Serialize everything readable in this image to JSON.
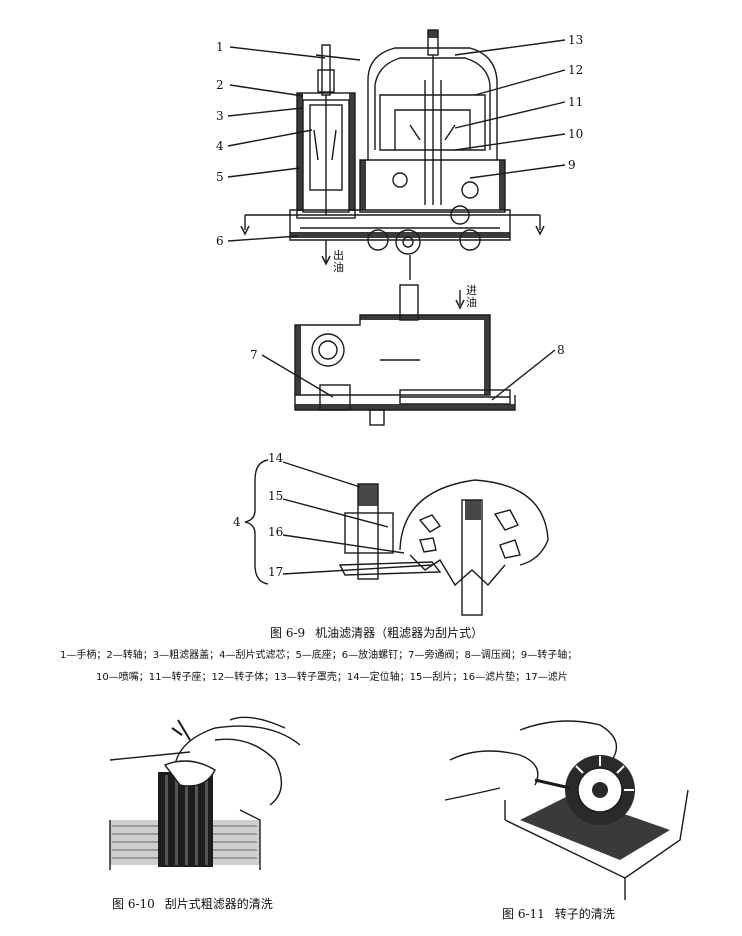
{
  "callouts": [
    "1",
    "2",
    "3",
    "4",
    "5",
    "6",
    "7",
    "8",
    "9",
    "10",
    "11",
    "12",
    "13",
    "14",
    "15",
    "16",
    "17"
  ],
  "group_label": "4",
  "flow": {
    "outlet": "出油",
    "inlet": "进油"
  },
  "figure_6_9": {
    "number": "图 6-9",
    "title": "机油滤清器（粗滤器为刮片式）",
    "legend_line1": "1—手柄；2—转轴；3—粗滤器盖；4—刮片式滤芯；5—底座；6—放油螺钉；7—旁通阀；8—调压阀；9—转子轴；",
    "legend_line2": "10—喷嘴；11—转子座；12—转子体；13—转子罩壳；14—定位轴；15—刮片；16—滤片垫；17—滤片"
  },
  "figure_6_10": {
    "number": "图 6-10",
    "title": "刮片式粗滤器的清洗"
  },
  "figure_6_11": {
    "number": "图 6-11",
    "title": "转子的清洗"
  },
  "colors": {
    "ink": "#1a1a1a",
    "paper": "#ffffff"
  }
}
